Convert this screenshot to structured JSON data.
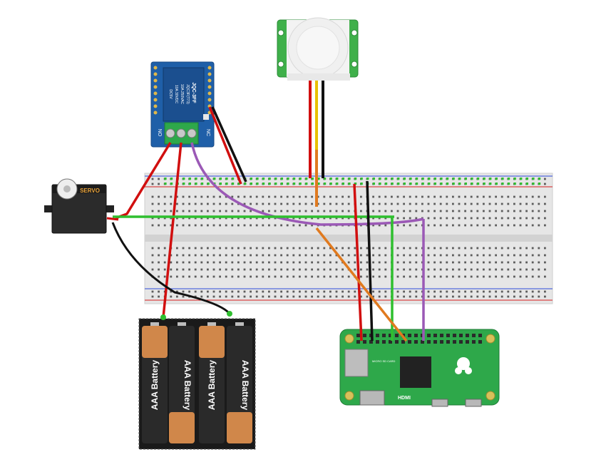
{
  "components": {
    "servo": {
      "label": "SERVO"
    },
    "relay": {
      "brand": "JQC-3FF",
      "model": "JQC3F(T73)",
      "rating_1": "10A 250VAC",
      "rating_2": "10A 30VDC",
      "coil": "DC5V",
      "terminal_no": "NO",
      "terminal_nc": "NC"
    },
    "pi": {
      "sd_label": "MICRO SD CARD",
      "hdmi_label": "HDMI"
    },
    "battery_pack": {
      "cells": [
        "AAA Battery",
        "AAA Battery",
        "AAA Battery",
        "AAA Battery"
      ]
    }
  },
  "colors": {
    "wire_red": "#d10f0f",
    "wire_black": "#111111",
    "wire_green": "#2fbf2f",
    "wire_orange": "#e07a1f",
    "wire_purple": "#9b59b6",
    "wire_yellow": "#e8c000",
    "breadboard": "#e8e8e8",
    "pi_board": "#2ea84a",
    "relay_board": "#1f5fa8",
    "pir_board": "#3fb04a",
    "battery_copper": "#d0874a",
    "battery_black": "#2a2a2a"
  }
}
